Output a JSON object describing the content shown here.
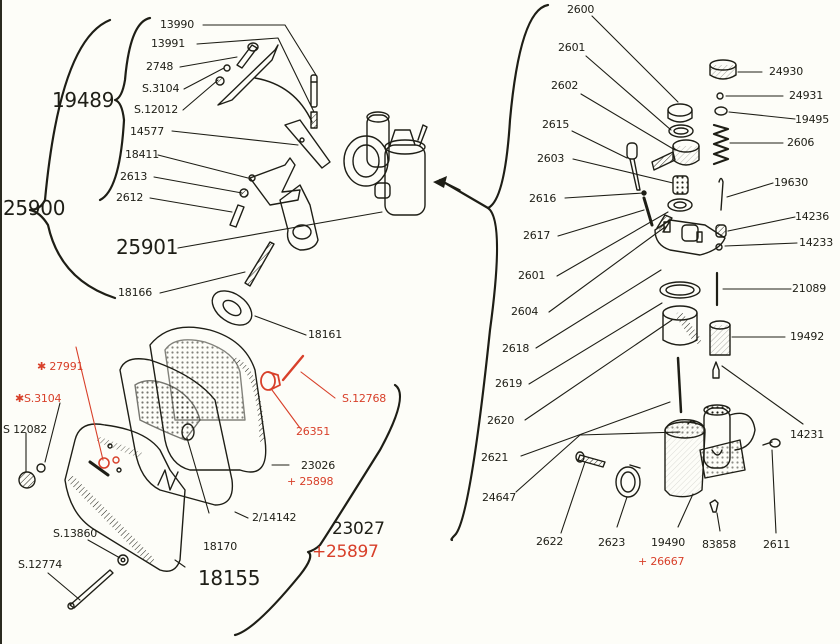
{
  "diagram": {
    "type": "exploded parts diagram",
    "subject": "carburetor and air filter assembly",
    "colors": {
      "ink": "#1e1e16",
      "highlight": "#d8402a",
      "paper": "#fdfdf8"
    },
    "groups": {
      "assembly_main": "25900",
      "subassembly_bracket": "19489",
      "carburetor_kit": "25901",
      "filter_group_primary": "23027",
      "filter_group_alt": "+25897"
    },
    "labels": {
      "p13990": "13990",
      "p13991": "13991",
      "p2748": "2748",
      "pS3104a": "S.3104",
      "pS12012": "S.12012",
      "p14577": "14577",
      "p18411": "18411",
      "p2613": "2613",
      "p2612": "2612",
      "p18166": "18166",
      "p18161": "18161",
      "p27991": "✱ 27991",
      "pS3104b": "✱S.3104",
      "pS12082": "S 12082",
      "pS12768": "S.12768",
      "p26351": "26351",
      "p23026": "23026",
      "p25898": "+ 25898",
      "p2_14142": "2/14142",
      "p18170": "18170",
      "pS13860": "S.13860",
      "pS12774": "S.12774",
      "p18155": "18155",
      "p2600": "2600",
      "p2601a": "2601",
      "p2602": "2602",
      "p2615": "2615",
      "p2603": "2603",
      "p2616": "2616",
      "p2617": "2617",
      "p2601b": "2601",
      "p2604": "2604",
      "p2618": "2618",
      "p2619": "2619",
      "p2620": "2620",
      "p2621": "2621",
      "p24647": "24647",
      "p2622": "2622",
      "p2623": "2623",
      "p19490": "19490",
      "p26667": "+ 26667",
      "p83858": "83858",
      "p2611": "2611",
      "p24930": "24930",
      "p24931": "24931",
      "p19495": "19495",
      "p2606": "2606",
      "p19630": "19630",
      "p14236": "14236",
      "p14233": "14233",
      "p21089": "21089",
      "p19492": "19492",
      "p14231": "14231"
    },
    "highlighted_parts": [
      "27991",
      "S.3104",
      "S.12768",
      "26351",
      "+25898",
      "+25897",
      "+26667"
    ]
  }
}
